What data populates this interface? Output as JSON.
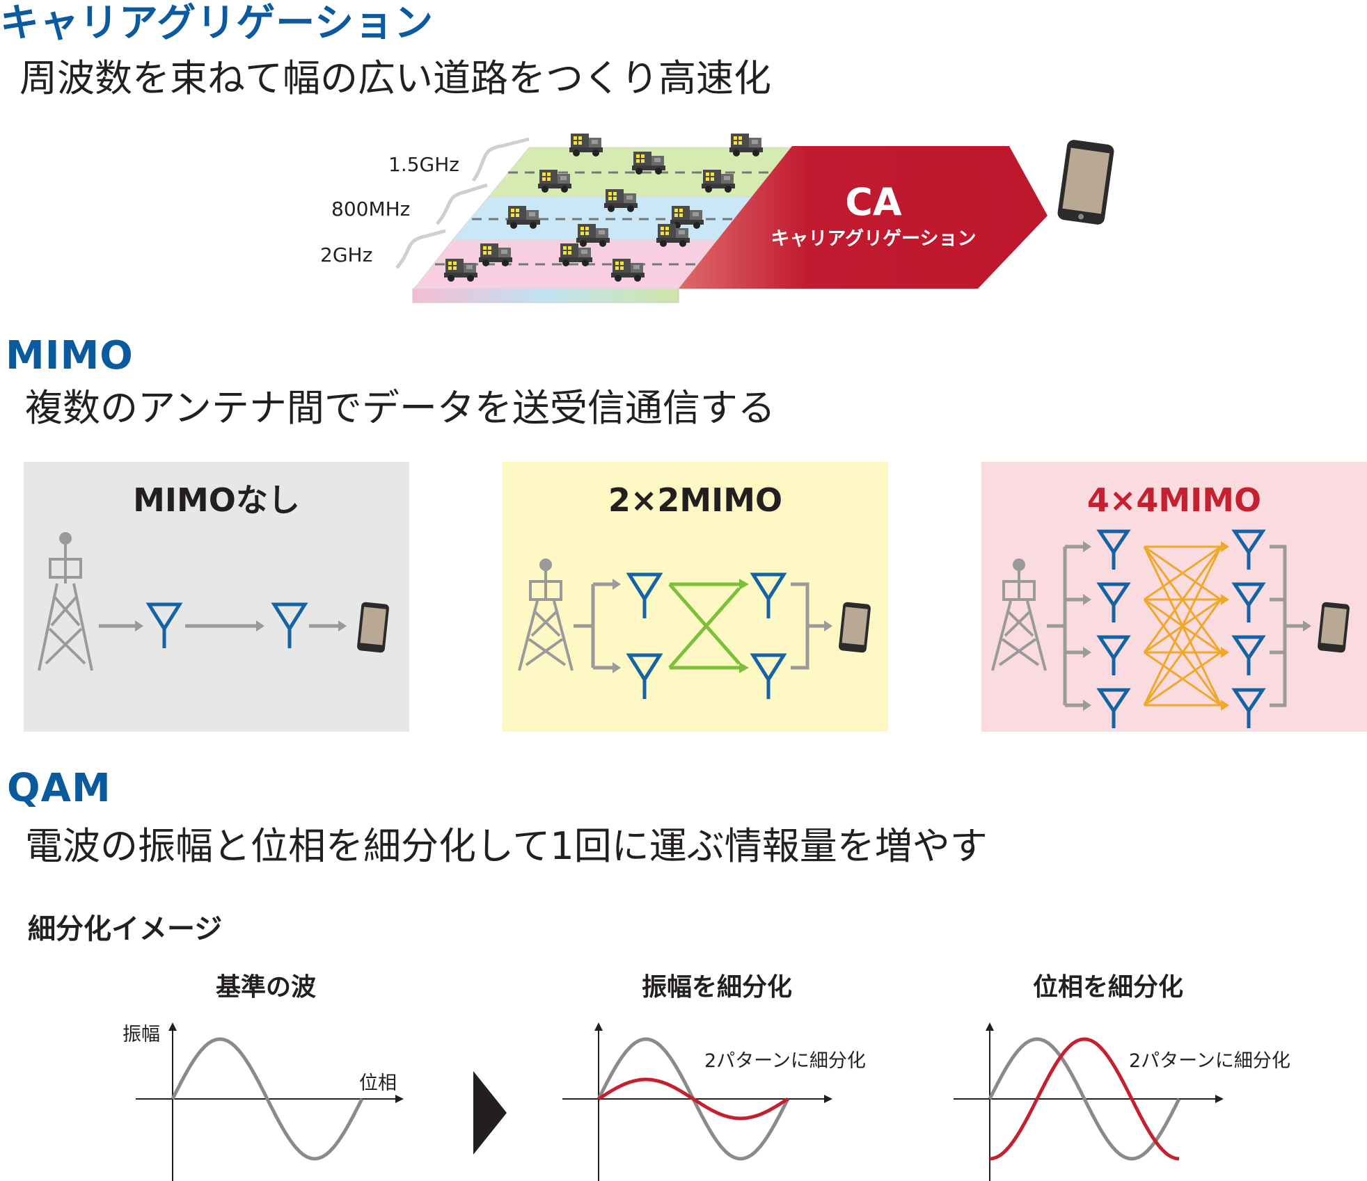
{
  "ca": {
    "title": "キャリアグリゲーション",
    "subtitle": "周波数を束ねて幅の広い道路をつくり高速化",
    "band_labels": [
      "1.5GHz",
      "800MHz",
      "2GHz"
    ],
    "arrow_big": "CA",
    "arrow_small": "キャリアグリゲーション"
  },
  "mimo": {
    "title": "MIMO",
    "subtitle": "複数のアンテナ間でデータを送受信通信する",
    "panels": [
      {
        "label": "MIMOなし",
        "bg": "#e7e7e8",
        "color": "#231f20"
      },
      {
        "label": "2×2MIMO",
        "bg": "#fdf8c4",
        "color": "#231f20"
      },
      {
        "label": "4×4MIMO",
        "bg": "#fadbe0",
        "color": "#c5202f"
      }
    ]
  },
  "qam": {
    "title": "QAM",
    "subtitle": "電波の振幅と位相を細分化して1回に運ぶ情報量を増やす",
    "image_heading": "細分化イメージ",
    "graphs": [
      {
        "title": "基準の波",
        "y_label": "振幅",
        "x_label": "位相"
      },
      {
        "title": "振幅を細分化",
        "note": "2パターンに細分化"
      },
      {
        "title": "位相を細分化",
        "note": "2パターンに細分化"
      }
    ]
  },
  "colors": {
    "heading_blue": "#0a5aa0",
    "antenna_blue": "#1463a5",
    "ca_red": "#c0192e",
    "green_arrow": "#7cbf3a",
    "orange_arrow": "#f0a82a",
    "gray": "#8a8a8a"
  }
}
